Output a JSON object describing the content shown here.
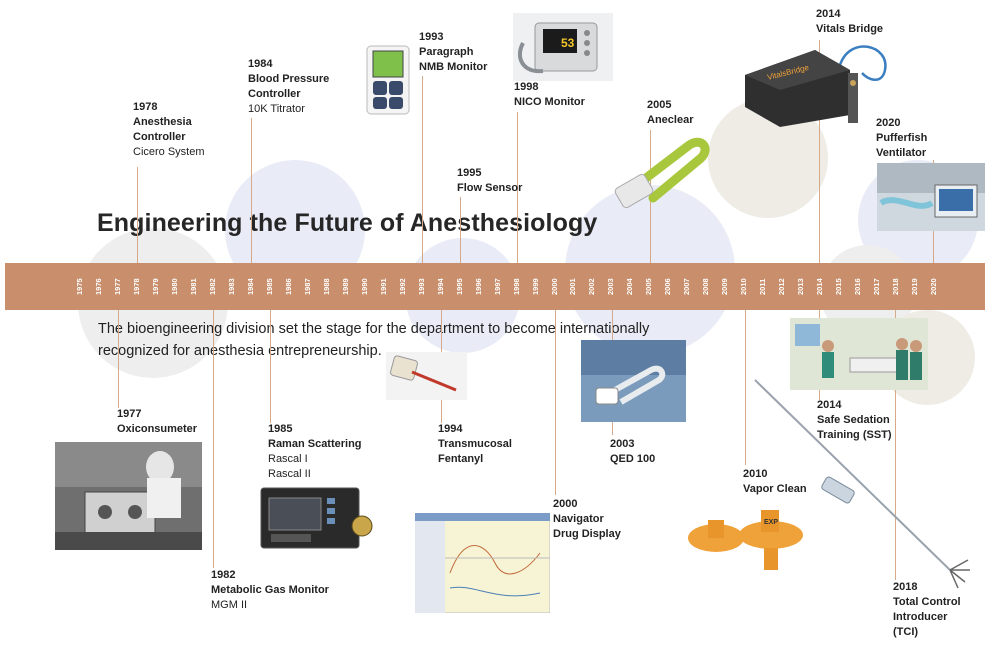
{
  "title": "Engineering the Future of Anesthesiology",
  "subtitle": "The bioengineering division set the stage for the department to become internationally recognized for anesthesia entrepreneurship.",
  "years": [
    "1975",
    "1976",
    "1977",
    "1978",
    "1979",
    "1980",
    "1981",
    "1982",
    "1983",
    "1984",
    "1985",
    "1986",
    "1987",
    "1988",
    "1989",
    "1990",
    "1991",
    "1992",
    "1993",
    "1994",
    "1995",
    "1996",
    "1997",
    "1998",
    "1999",
    "2000",
    "2001",
    "2002",
    "2003",
    "2004",
    "2005",
    "2006",
    "2007",
    "2008",
    "2009",
    "2010",
    "2011",
    "2012",
    "2013",
    "2014",
    "2015",
    "2016",
    "2017",
    "2018",
    "2019",
    "2020"
  ],
  "milestones": {
    "m1978": {
      "year": "1978",
      "name": "Anesthesia\nController",
      "sub": "Cicero System"
    },
    "m1984": {
      "year": "1984",
      "name": "Blood Pressure\nController",
      "sub": "10K Titrator"
    },
    "m1993": {
      "year": "1993",
      "name": "Paragraph\nNMB Monitor",
      "sub": ""
    },
    "m1995": {
      "year": "1995",
      "name": "Flow Sensor",
      "sub": ""
    },
    "m1998": {
      "year": "1998",
      "name": "NICO Monitor",
      "sub": ""
    },
    "m2005": {
      "year": "2005",
      "name": "Aneclear",
      "sub": ""
    },
    "m2014a": {
      "year": "2014",
      "name": "Vitals Bridge",
      "sub": ""
    },
    "m2020": {
      "year": "2020",
      "name": "Pufferfish\nVentilator",
      "sub": ""
    },
    "m1977": {
      "year": "1977",
      "name": "Oxiconsumeter",
      "sub": ""
    },
    "m1982": {
      "year": "1982",
      "name": "Metabolic Gas Monitor",
      "sub": "MGM II"
    },
    "m1985": {
      "year": "1985",
      "name": "Raman Scattering",
      "sub": "Rascal I\nRascal II"
    },
    "m1994": {
      "year": "1994",
      "name": "Transmucosal\nFentanyl",
      "sub": ""
    },
    "m2000": {
      "year": "2000",
      "name": "Navigator\nDrug Display",
      "sub": ""
    },
    "m2003": {
      "year": "2003",
      "name": "QED 100",
      "sub": ""
    },
    "m2010": {
      "year": "2010",
      "name": "Vapor Clean",
      "sub": ""
    },
    "m2014b": {
      "year": "2014",
      "name": "Safe Sedation\nTraining (SST)",
      "sub": ""
    },
    "m2018": {
      "year": "2018",
      "name": "Total Control\nIntroducer\n(TCI)",
      "sub": ""
    }
  },
  "device_text": {
    "vitals_brand": "VitalsBridge",
    "vapor_cap": "EXP",
    "nico_value": "53"
  },
  "colors": {
    "band": "#c98f6c",
    "tick": "#d6a989",
    "circle_blue": "#e9ecf6",
    "circle_gray": "#eeeeee",
    "vapor_orange": "#f0a23a",
    "aneclear_green": "#a9c73c"
  },
  "icons": [
    "paragraph-monitor-icon",
    "nico-monitor-icon",
    "aneclear-icon",
    "vitals-bridge-icon",
    "ventilator-icon",
    "oxiconsumeter-photo",
    "mgm-monitor-icon",
    "lollipop-icon",
    "navigator-display-icon",
    "qed-device-icon",
    "vapor-clean-icon",
    "sedation-training-photo",
    "introducer-icon"
  ]
}
